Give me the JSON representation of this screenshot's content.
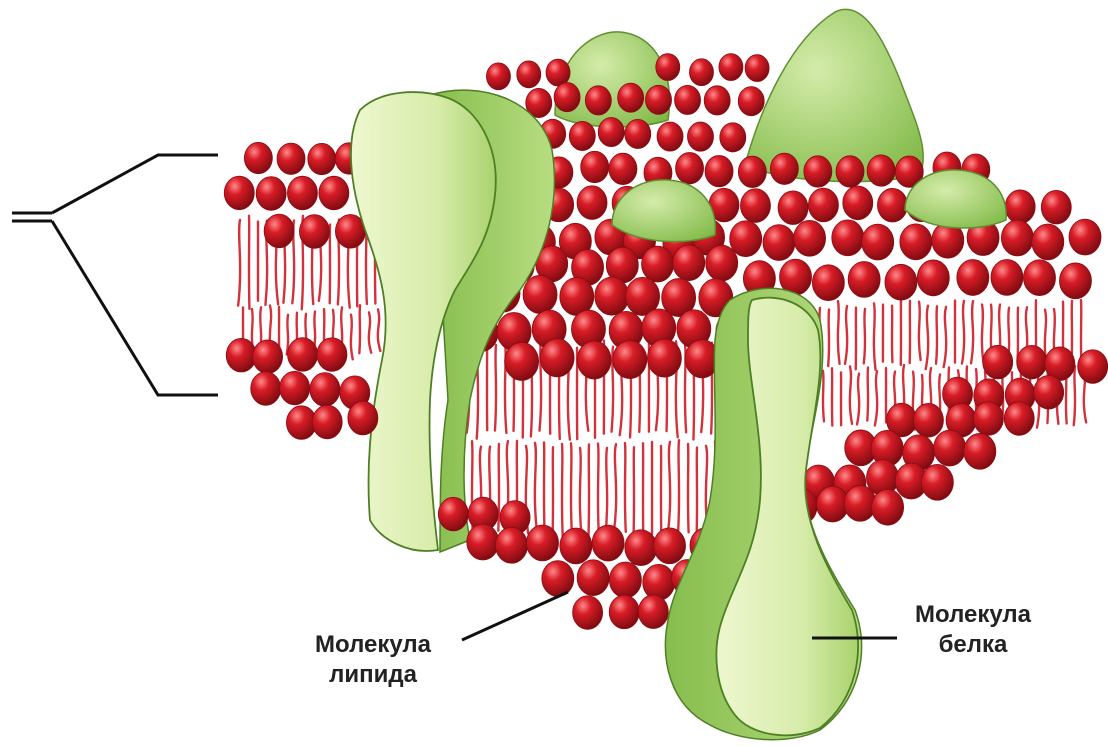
{
  "labels": {
    "lipid": {
      "line1": "Молекула",
      "line2": "липида"
    },
    "protein": {
      "line1": "Молекула",
      "line2": "белка"
    }
  },
  "colors": {
    "lipid_head": "#c8141e",
    "lipid_head_dark": "#8e0b12",
    "lipid_tail": "#d2323c",
    "protein_light": "#e4f2bd",
    "protein_mid": "#b6dc7c",
    "protein_dark": "#6fa83a",
    "leader_line": "#111111"
  }
}
